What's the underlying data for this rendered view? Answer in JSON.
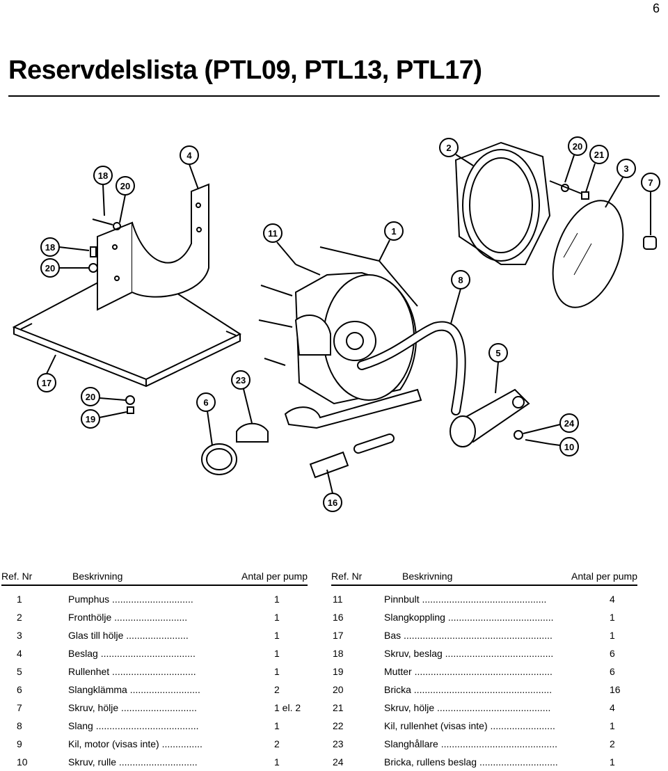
{
  "page_number": "6",
  "title": "Reservdelslista (PTL09, PTL13, PTL17)",
  "diagram": {
    "callouts": [
      "18",
      "20",
      "4",
      "18",
      "20",
      "17",
      "20",
      "19",
      "11",
      "1",
      "2",
      "20",
      "21",
      "3",
      "7",
      "8",
      "5",
      "23",
      "6",
      "24",
      "10",
      "16"
    ]
  },
  "table_left": {
    "headers": {
      "ref": "Ref. Nr",
      "desc": "Beskrivning",
      "qty": "Antal per pump"
    },
    "rows": [
      {
        "ref": "1",
        "desc": "Pumphus ..............................",
        "qty": "1"
      },
      {
        "ref": "2",
        "desc": "Fronthölje ...........................",
        "qty": "1"
      },
      {
        "ref": "3",
        "desc": "Glas till hölje .......................",
        "qty": "1"
      },
      {
        "ref": "4",
        "desc": "Beslag ...................................",
        "qty": "1"
      },
      {
        "ref": "5",
        "desc": "Rullenhet ...............................",
        "qty": "1"
      },
      {
        "ref": "6",
        "desc": "Slangklämma ..........................",
        "qty": "2"
      },
      {
        "ref": "7",
        "desc": "Skruv, hölje ............................",
        "qty": "1 el. 2"
      },
      {
        "ref": "8",
        "desc": "Slang ......................................",
        "qty": "1"
      },
      {
        "ref": "9",
        "desc": "Kil, motor (visas inte) ...............",
        "qty": "2"
      },
      {
        "ref": "10",
        "desc": "Skruv, rulle .............................",
        "qty": "1"
      }
    ]
  },
  "table_right": {
    "headers": {
      "ref": "Ref. Nr",
      "desc": "Beskrivning",
      "qty": "Antal per pump"
    },
    "rows": [
      {
        "ref": "11",
        "desc": "Pinnbult ..............................................",
        "qty": "4"
      },
      {
        "ref": "16",
        "desc": "Slangkoppling .......................................",
        "qty": "1"
      },
      {
        "ref": "17",
        "desc": "Bas .......................................................",
        "qty": "1"
      },
      {
        "ref": "18",
        "desc": "Skruv, beslag ........................................",
        "qty": "6"
      },
      {
        "ref": "19",
        "desc": "Mutter ...................................................",
        "qty": "6"
      },
      {
        "ref": "20",
        "desc": "Bricka ...................................................",
        "qty": "16"
      },
      {
        "ref": "21",
        "desc": "Skruv, hölje ..........................................",
        "qty": "4"
      },
      {
        "ref": "22",
        "desc": "Kil, rullenhet (visas inte) ........................",
        "qty": "1"
      },
      {
        "ref": "23",
        "desc": "Slanghållare ...........................................",
        "qty": "2"
      },
      {
        "ref": "24",
        "desc": "Bricka, rullens beslag .............................",
        "qty": "1"
      }
    ]
  }
}
